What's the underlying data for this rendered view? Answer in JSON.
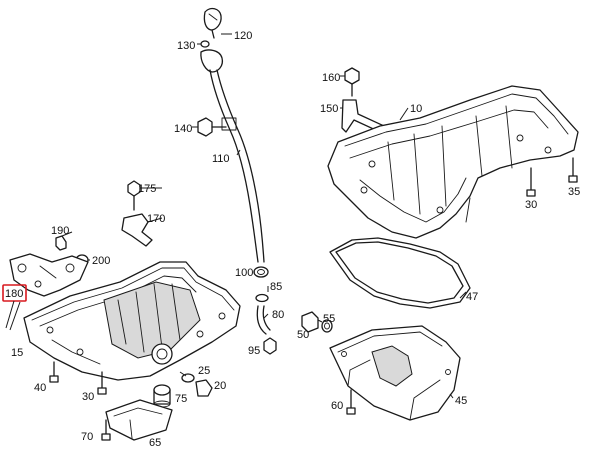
{
  "highlight": {
    "label": "180",
    "color": "#d8181f"
  },
  "callouts": [
    {
      "id": "c120",
      "label": "120"
    },
    {
      "id": "c130",
      "label": "130"
    },
    {
      "id": "c140",
      "label": "140"
    },
    {
      "id": "c110",
      "label": "110"
    },
    {
      "id": "c160",
      "label": "160"
    },
    {
      "id": "c150",
      "label": "150"
    },
    {
      "id": "c10",
      "label": "10"
    },
    {
      "id": "c35",
      "label": "35"
    },
    {
      "id": "c30",
      "label": "30"
    },
    {
      "id": "c175",
      "label": "175"
    },
    {
      "id": "c170",
      "label": "170"
    },
    {
      "id": "c190",
      "label": "190"
    },
    {
      "id": "c200",
      "label": "200"
    },
    {
      "id": "c180",
      "label": "180"
    },
    {
      "id": "c15",
      "label": "15"
    },
    {
      "id": "c100",
      "label": "100"
    },
    {
      "id": "c85",
      "label": "85"
    },
    {
      "id": "c80",
      "label": "80"
    },
    {
      "id": "c95",
      "label": "95"
    },
    {
      "id": "c47",
      "label": "47"
    },
    {
      "id": "c55",
      "label": "55"
    },
    {
      "id": "c50",
      "label": "50"
    },
    {
      "id": "c45",
      "label": "45"
    },
    {
      "id": "c60",
      "label": "60"
    },
    {
      "id": "c40",
      "label": "40"
    },
    {
      "id": "c25",
      "label": "25"
    },
    {
      "id": "c20",
      "label": "20"
    },
    {
      "id": "c30b",
      "label": "30"
    },
    {
      "id": "c75",
      "label": "75"
    },
    {
      "id": "c70",
      "label": "70"
    },
    {
      "id": "c65",
      "label": "65"
    }
  ]
}
